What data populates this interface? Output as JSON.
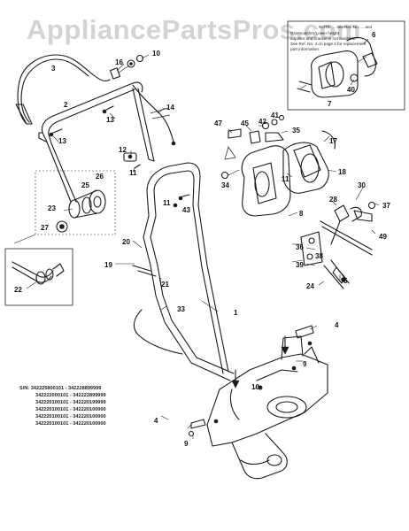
{
  "watermark": "AppliancePartsPros.com",
  "inset_note": [
    "NOTE: ... see Ref. No. ... and",
    "Grasscatcher/Lower height",
    "adjustor and bracket is not available.",
    "See Ref. No. 4 on page 2 for replacement",
    "part information."
  ],
  "serial_numbers": [
    "S/N: 342225800101 - 342228899999",
    "342222000101 - 342222899999",
    "342220100101 - 342220199999",
    "342220100101 - 342220100000",
    "342220100101 - 342220100000",
    "342220100101 - 342220100000"
  ],
  "callouts": {
    "c1": "1",
    "c2": "2",
    "c3": "3",
    "c4a": "4",
    "c4b": "4",
    "c5": "5",
    "c6": "6",
    "c7": "7",
    "c8": "8",
    "c9a": "9",
    "c9b": "9",
    "c10a": "10",
    "c10b": "10",
    "c11a": "11",
    "c11b": "11",
    "c11c": "11",
    "c12": "12",
    "c13a": "13",
    "c13b": "13",
    "c14": "14",
    "c16": "16",
    "c17": "17",
    "c18": "18",
    "c19": "19",
    "c20": "20",
    "c21": "21",
    "c22": "22",
    "c23": "23",
    "c24": "24",
    "c25": "25",
    "c26": "26",
    "c27": "27",
    "c28": "28",
    "c30": "30",
    "c33": "33",
    "c34": "34",
    "c35": "35",
    "c36": "36",
    "c37": "37",
    "c38": "38",
    "c39": "39",
    "c40": "40",
    "c41": "41",
    "c42": "42",
    "c43": "43",
    "c45": "45",
    "c47": "47",
    "c49": "49"
  }
}
